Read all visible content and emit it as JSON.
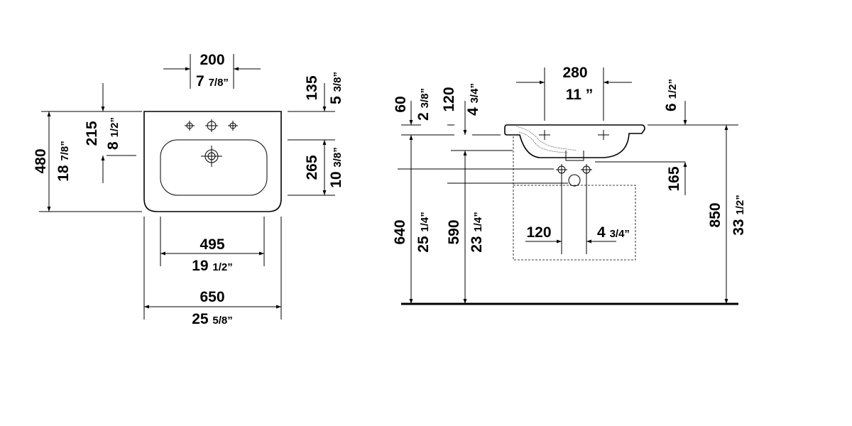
{
  "top_view": {
    "tap_spacing_mm": "200",
    "tap_spacing_in_whole": "7",
    "tap_spacing_in_frac": "7/8”",
    "rim_to_tap_mm": "135",
    "rim_to_tap_in_whole": "5",
    "rim_to_tap_in_frac": "3/8”",
    "tap_to_wall_mm": "215",
    "tap_to_wall_in_whole": "8",
    "tap_to_wall_in_frac": "1/2”",
    "depth_mm": "480",
    "depth_in_whole": "18",
    "depth_in_frac": "7/8”",
    "drain_to_front_mm": "265",
    "drain_to_front_in_whole": "10",
    "drain_to_front_in_frac": "3/8”",
    "bowl_width_mm": "495",
    "bowl_width_in_whole": "19",
    "bowl_width_in_frac": "1/2”",
    "width_mm": "650",
    "width_in_whole": "25",
    "width_in_frac": "5/8”"
  },
  "side_view": {
    "tap_spacing_mm": "280",
    "tap_spacing_in": "11 ”",
    "tap_height_mm": "60",
    "tap_height_in_whole": "2",
    "tap_height_in_frac": "3/8”",
    "rim_depth_mm": "120",
    "rim_depth_in_whole": "4",
    "rim_depth_in_frac": "3/4”",
    "bowl_height_in_whole": "6",
    "bowl_height_in_frac": "1/2”",
    "waste_height_mm": "165",
    "outlet_height_mm": "640",
    "outlet_height_in_whole": "25",
    "outlet_height_in_frac": "1/4”",
    "supply_height_mm": "590",
    "supply_height_in_whole": "23",
    "supply_height_in_frac": "1/4”",
    "supply_offset_mm": "120",
    "supply_offset_in_whole": "4",
    "supply_offset_in_frac": "3/4”",
    "total_height_mm": "850",
    "total_height_in_whole": "33",
    "total_height_in_frac": "1/2”"
  }
}
